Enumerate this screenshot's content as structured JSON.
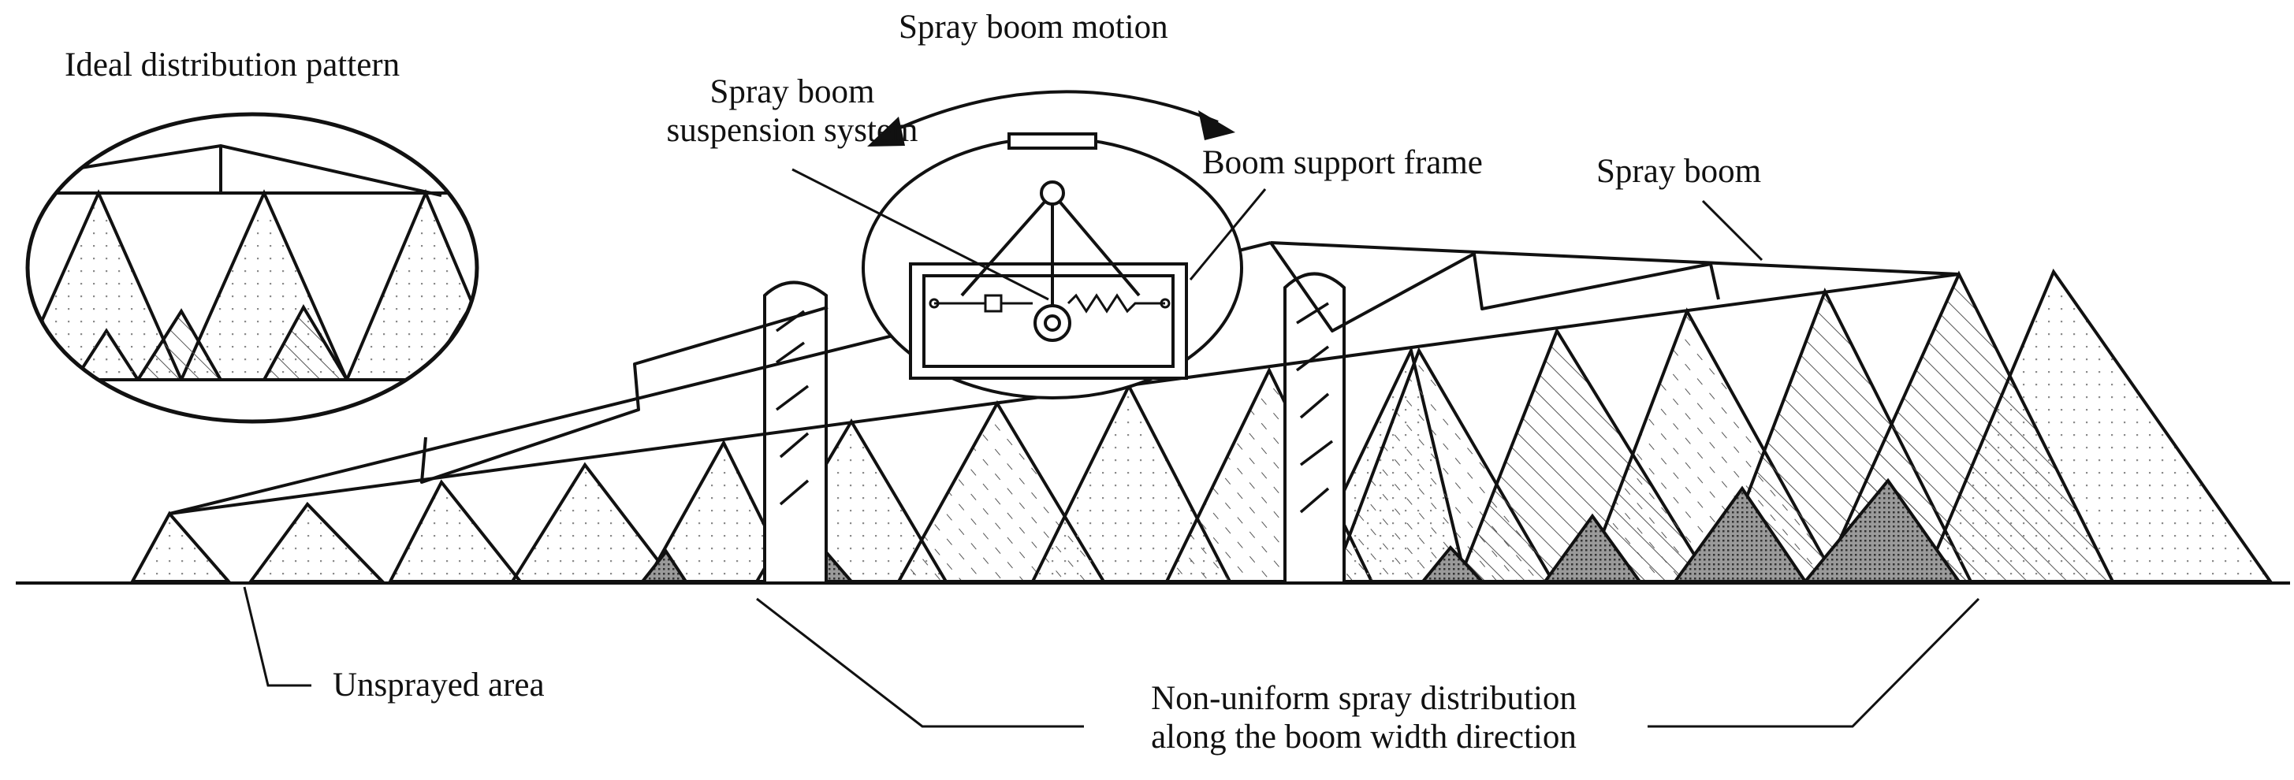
{
  "labels": {
    "ideal_pattern": "Ideal distribution pattern",
    "boom_motion": "Spray boom motion",
    "suspension_line1": "Spray boom",
    "suspension_line2": "suspension system",
    "support_frame": "Boom support frame",
    "spray_boom": "Spray boom",
    "unsprayed": "Unsprayed area",
    "nonuniform_line1": "Non-uniform spray distribution",
    "nonuniform_line2": "along the boom width direction"
  },
  "colors": {
    "ink": "#111111",
    "dots": "#8a8a8a",
    "hatch": "#555555",
    "dense": "#333333"
  }
}
